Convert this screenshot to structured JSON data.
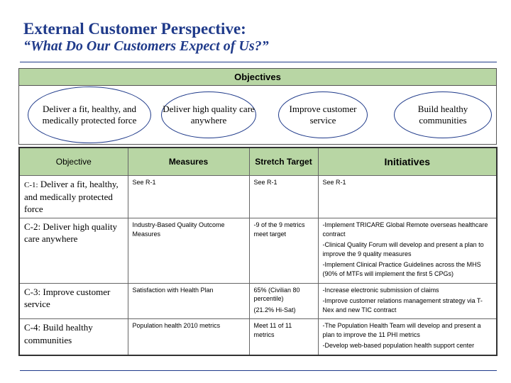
{
  "title": {
    "line1": "External Customer Perspective:",
    "line2": "“What Do Our Customers Expect of Us?”"
  },
  "objectives": {
    "header": "Objectives",
    "items": [
      "Deliver a fit, healthy, and medically protected force",
      "Deliver high quality care anywhere",
      "Improve customer service",
      "Build healthy communities"
    ]
  },
  "table": {
    "headers": {
      "objective": "Objective",
      "measures": "Measures",
      "stretch": "Stretch Target",
      "initiatives": "Initiatives"
    },
    "rows": [
      {
        "prefix": "C-1:",
        "objective": "Deliver a fit, healthy, and medically protected force",
        "measures": "See R-1",
        "stretch": [
          "See R-1"
        ],
        "initiatives": [
          "See R-1"
        ]
      },
      {
        "prefix": "",
        "objective": "C-2: Deliver high quality care anywhere",
        "measures": "Industry-Based Quality Outcome Measures",
        "stretch": [
          "-9 of the 9 metrics meet target"
        ],
        "initiatives": [
          "-Implement  TRICARE Global Remote overseas healthcare contract",
          "-Clinical Quality Forum will develop and present a plan to improve the 9 quality measures",
          "-Implement Clinical Practice Guidelines across the MHS (90% of MTFs will implement the first 5 CPGs)"
        ]
      },
      {
        "prefix": "",
        "objective": "C-3: Improve customer service",
        "measures": "Satisfaction with Health Plan",
        "stretch": [
          "65% (Civilian 80 percentile)",
          "(21.2% Hi-Sat)"
        ],
        "initiatives": [
          "-Increase electronic submission of claims",
          "-Improve customer relations management strategy via T-Nex and new TIC contract"
        ]
      },
      {
        "prefix": "",
        "objective": "C-4: Build healthy communities",
        "measures": "Population health 2010 metrics",
        "stretch": [
          "Meet 11 of 11 metrics"
        ],
        "initiatives": [
          "-The Population Health Team will develop and present a plan to improve the 11 PHI metrics",
          "-Develop web-based population health support center"
        ]
      }
    ]
  },
  "colors": {
    "title": "#1f3a8a",
    "header_fill": "#b8d6a4",
    "ellipse_border": "#1f3a8a"
  }
}
